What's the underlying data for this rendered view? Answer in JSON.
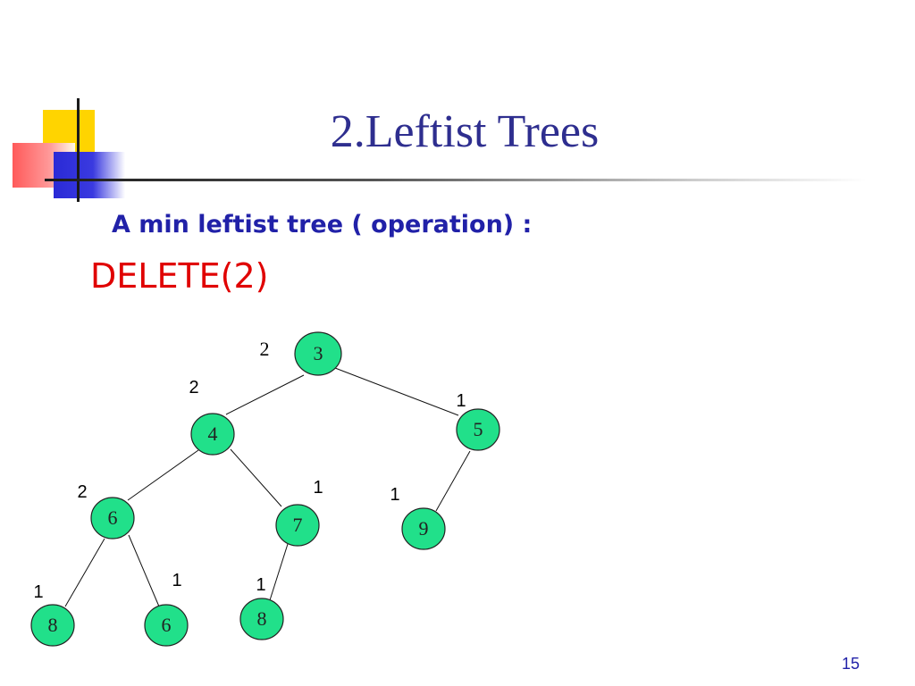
{
  "slide": {
    "title": "2.Leftist Trees",
    "subtitle": "A min leftist tree ( operation) :",
    "operation": "DELETE(2)",
    "page_number": "15"
  },
  "diagram": {
    "nodes": [
      {
        "id": "n3",
        "label": "3",
        "rank": "2"
      },
      {
        "id": "n4",
        "label": "4",
        "rank": "2"
      },
      {
        "id": "n5",
        "label": "5",
        "rank": "1"
      },
      {
        "id": "n6",
        "label": "6",
        "rank": "2"
      },
      {
        "id": "n7",
        "label": "7",
        "rank": "1"
      },
      {
        "id": "n9",
        "label": "9",
        "rank": "1"
      },
      {
        "id": "n8a",
        "label": "8",
        "rank": "1"
      },
      {
        "id": "n6b",
        "label": "6",
        "rank": "1"
      },
      {
        "id": "n8b",
        "label": "8",
        "rank": "1"
      }
    ],
    "edges": [
      {
        "from": "n3",
        "to": "n4"
      },
      {
        "from": "n3",
        "to": "n5"
      },
      {
        "from": "n4",
        "to": "n6"
      },
      {
        "from": "n4",
        "to": "n7"
      },
      {
        "from": "n5",
        "to": "n9"
      },
      {
        "from": "n6",
        "to": "n8a"
      },
      {
        "from": "n6",
        "to": "n6b"
      },
      {
        "from": "n7",
        "to": "n8b"
      }
    ]
  }
}
